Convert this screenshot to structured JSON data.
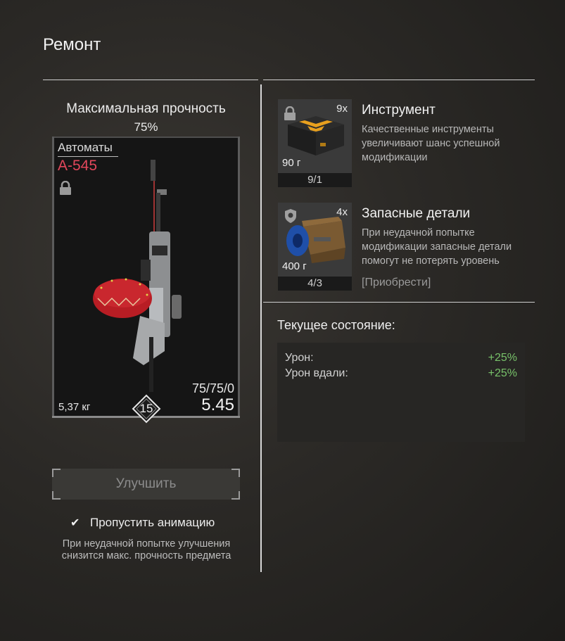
{
  "window": {
    "title": "Ремонт"
  },
  "weapon": {
    "max_durability_label": "Максимальная прочность",
    "max_durability_value": "75%",
    "category": "Автоматы",
    "name": "А-545",
    "weight": "5,37 кг",
    "durability": "75/75/0",
    "score": "5.45",
    "level": "15"
  },
  "actions": {
    "upgrade_label": "Улучшить",
    "skip_animation_label": "Пропустить анимацию",
    "skip_animation_checked": true,
    "warning": "При неудачной попытке улучшения снизится макс. прочность предмета"
  },
  "slots": [
    {
      "count": "9x",
      "mass": "90 г",
      "quota": "9/1",
      "title": "Инструмент",
      "description": "Качественные инструменты увеличивают шанс успешной модификации",
      "icon": "lock-icon"
    },
    {
      "count": "4x",
      "mass": "400 г",
      "quota": "4/3",
      "title": "Запасные детали",
      "description": "При неудачной попытке модификации запасные детали помогут не потерять уровень",
      "icon": "shield-icon",
      "buy_label": "[Приобрести]"
    }
  ],
  "state": {
    "title": "Текущее состояние:",
    "stats": [
      {
        "label": "Урон:",
        "value": "+25%"
      },
      {
        "label": "Урон вдали:",
        "value": "+25%"
      }
    ]
  },
  "colors": {
    "accent_red": "#e2475b",
    "positive_green": "#78c26a"
  }
}
